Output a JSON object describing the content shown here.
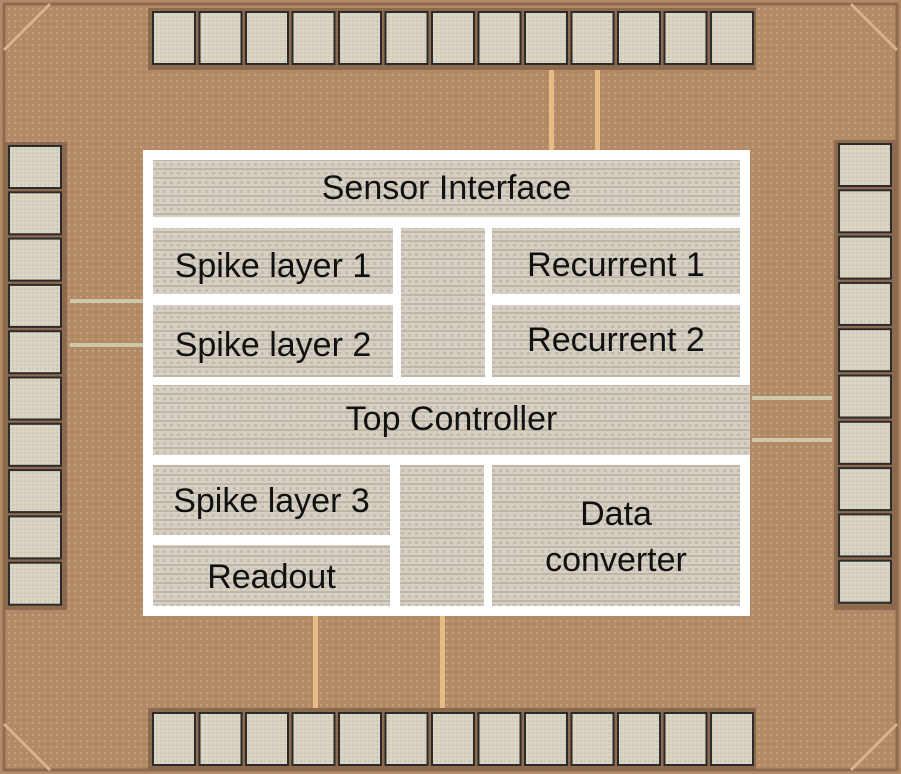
{
  "chip": {
    "colors": {
      "die": "#b38a66",
      "die_dark": "#8c6a4e",
      "pad": "#d9d3c2",
      "pad_border": "#2b2b2b",
      "block": "#d6cfc3",
      "block_stripe": "#bfb6a6",
      "frame": "#ffffff",
      "trace": "#e6bb85",
      "probe": "#cfc8a8"
    },
    "pads": {
      "top_count": 13,
      "bottom_count": 13,
      "left_count": 10,
      "right_count": 10
    },
    "blocks": {
      "sensor_interface": "Sensor Interface",
      "spike_layer_1": "Spike layer 1",
      "spike_layer_2": "Spike layer 2",
      "recurrent_1": "Recurrent 1",
      "recurrent_2": "Recurrent 2",
      "top_controller": "Top Controller",
      "spike_layer_3": "Spike layer 3",
      "readout": "Readout",
      "data_converter_line1": "Data",
      "data_converter_line2": "converter"
    }
  }
}
